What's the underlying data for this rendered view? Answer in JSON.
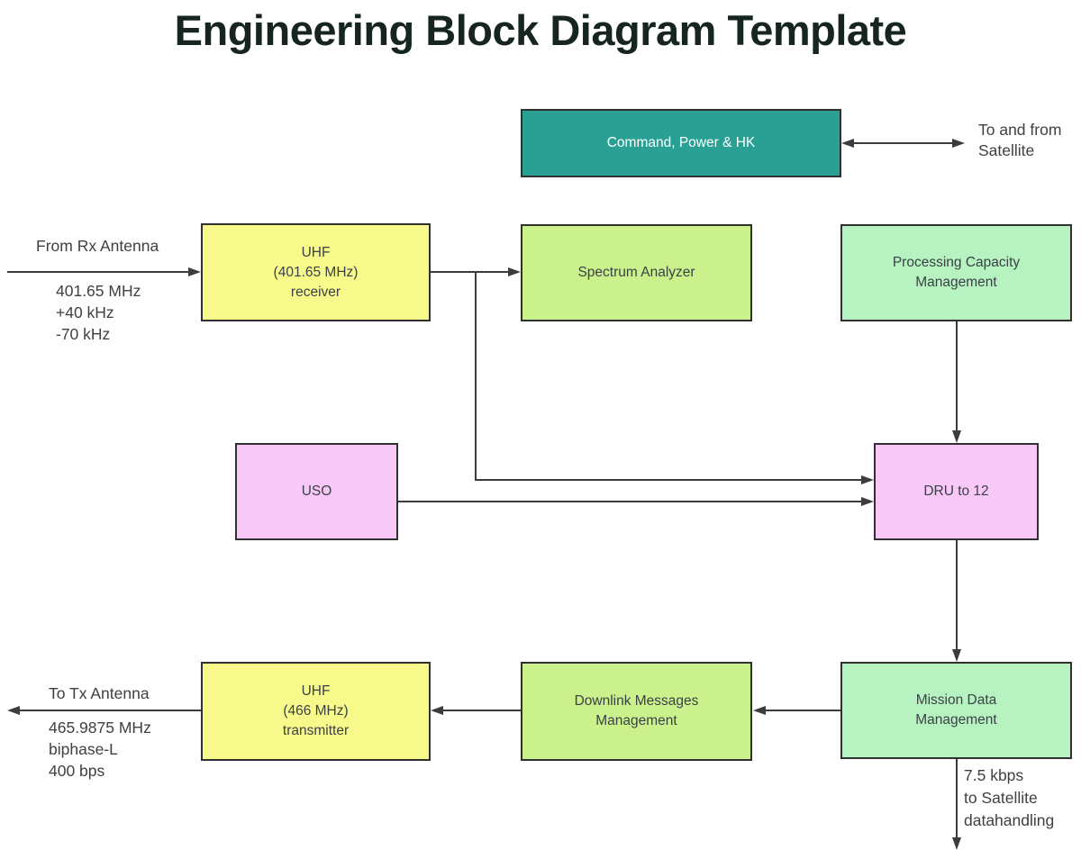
{
  "title": "Engineering Block Diagram Template",
  "colors": {
    "teal": "#2AA094",
    "yellow": "#F7FA8B",
    "lime": "#CBF18C",
    "mint": "#B7F2C1",
    "pink": "#F8C8F8",
    "line": "#3C3C3C"
  },
  "blocks": {
    "command": {
      "label": "Command, Power & HK"
    },
    "receiver": {
      "label": "UHF\n(401.65 MHz)\nreceiver"
    },
    "spectrum": {
      "label": "Spectrum Analyzer"
    },
    "processing": {
      "label": "Processing Capacity\nManagement"
    },
    "uso": {
      "label": "USO"
    },
    "dru": {
      "label": "DRU to 12"
    },
    "mission": {
      "label": "Mission Data\nManagement"
    },
    "downlink": {
      "label": "Downlink Messages\nManagement"
    },
    "transmitter": {
      "label": "UHF\n(466 MHz)\ntransmitter"
    }
  },
  "annotations": {
    "satellite_link": "To and from\nSatellite",
    "rx_source": "From Rx Antenna",
    "rx_specs": "401.65 MHz\n+40 kHz\n-70 kHz",
    "tx_dest": "To Tx Antenna",
    "tx_specs": "465.9875 MHz\nbiphase-L\n400 bps",
    "mission_output": "7.5 kbps\nto Satellite\ndatahandling"
  }
}
